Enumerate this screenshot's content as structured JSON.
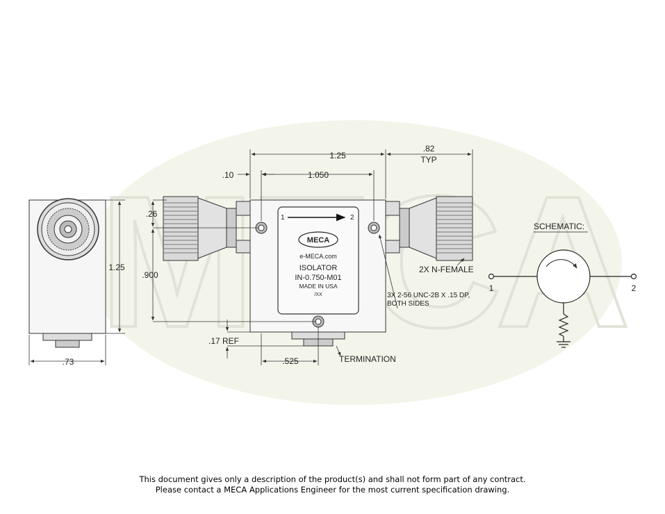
{
  "watermark": {
    "text": "MECA"
  },
  "dimensions": {
    "d_1_25_top": "1.25",
    "d_82": ".82",
    "d_typ": "TYP",
    "d_10": ".10",
    "d_1_050": "1.050",
    "d_26": ".26",
    "d_1_25_side": "1.25",
    "d_900": ".900",
    "d_17_ref": ".17 REF",
    "d_525": ".525",
    "d_73": ".73"
  },
  "label_plate": {
    "port_in": "1",
    "port_out": "2",
    "logo": "MECA",
    "website": "e-MECA.com",
    "product_type": "ISOLATOR",
    "model": "IN-0.750-M01",
    "origin": "MADE IN USA",
    "date_code": "/XX"
  },
  "callouts": {
    "connectors": "2X N-FEMALE",
    "mounting_line1": "3X 2-56 UNC-2B X .15 DP,",
    "mounting_line2": "BOTH SIDES",
    "termination": "TERMINATION"
  },
  "schematic": {
    "title": "SCHEMATIC:",
    "port1": "1",
    "port2": "2"
  },
  "disclaimer": {
    "line1": "This document gives only a description of the product(s) and shall not form part of any contract.",
    "line2": "Please contact a MECA Applications Engineer for the most current specification drawing."
  }
}
